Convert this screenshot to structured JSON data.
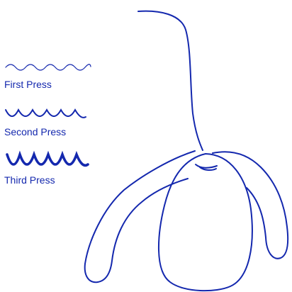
{
  "colors": {
    "accent": "#1428ae",
    "background": "#ffffff"
  },
  "press_options": [
    {
      "label": "First Press",
      "icon": "thin-wave-icon"
    },
    {
      "label": "Second Press",
      "icon": "medium-wave-icon"
    },
    {
      "label": "Third Press",
      "icon": "thick-wave-icon"
    }
  ],
  "illustration": {
    "icon": "vibrator-line-illustration"
  }
}
